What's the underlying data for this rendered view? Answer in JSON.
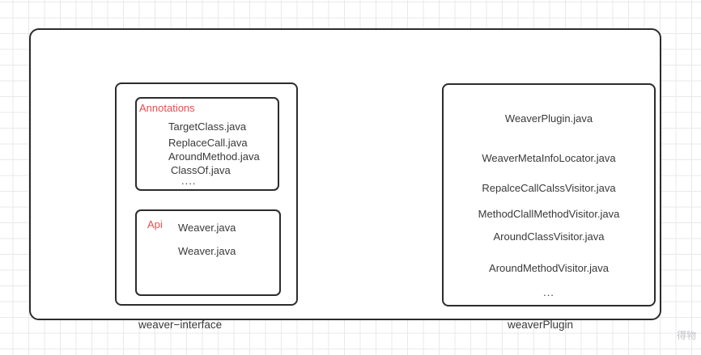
{
  "diagram": {
    "left_module": {
      "label": "weaver−interface",
      "annotations_box": {
        "title": "Annotations",
        "items": [
          "TargetClass.java",
          "ReplaceCall.java",
          "AroundMethod.java",
          "ClassOf.java",
          "...."
        ]
      },
      "api_box": {
        "title": "Api",
        "items": [
          "Weaver.java",
          "Weaver.java"
        ]
      }
    },
    "right_module": {
      "label": "weaverPlugin",
      "items": [
        "WeaverPlugin.java",
        "WeaverMetaInfoLocator.java",
        "RepalceCallCalssVisitor.java",
        "MethodClallMethodVisitor.java",
        "AroundClassVisitor.java",
        "AroundMethodVisitor.java",
        "..."
      ]
    },
    "watermark": "得物",
    "colors": {
      "accent_red": "#e0514d",
      "border_dark": "#2c2c2e",
      "text": "#39393b",
      "grid_line": "#e9e9eb",
      "watermark": "#c3c3c9"
    }
  }
}
